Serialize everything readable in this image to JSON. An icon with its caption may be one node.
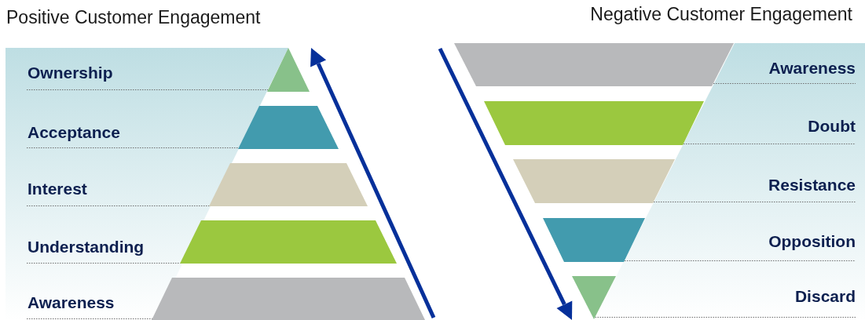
{
  "diagram": {
    "nodes": [
      {
        "text": [],
        "shape": "triangle"
      },
      {
        "text": [],
        "shape": "trapezoid"
      },
      {
        "text": [],
        "shape": "trapezoid"
      },
      {
        "text": [],
        "shape": "trapezoid"
      },
      {
        "text": [],
        "shape": "trapezoid"
      },
      {
        "text": [],
        "shape": "trapezoid"
      },
      {
        "text": [],
        "shape": "trapezoid"
      },
      {
        "text": [],
        "shape": "trapezoid"
      },
      {
        "text": [],
        "shape": "trapezoid"
      },
      {
        "text": [],
        "shape": "triangle"
      }
    ],
    "labels": [
      "Positive Customer Engagement",
      "Negative Customer Engagement",
      "Ownership",
      "Acceptance",
      "Interest",
      "Understanding",
      "Awareness",
      "Awareness",
      "Doubt",
      "Resistance",
      "Opposition",
      "Discard"
    ]
  }
}
